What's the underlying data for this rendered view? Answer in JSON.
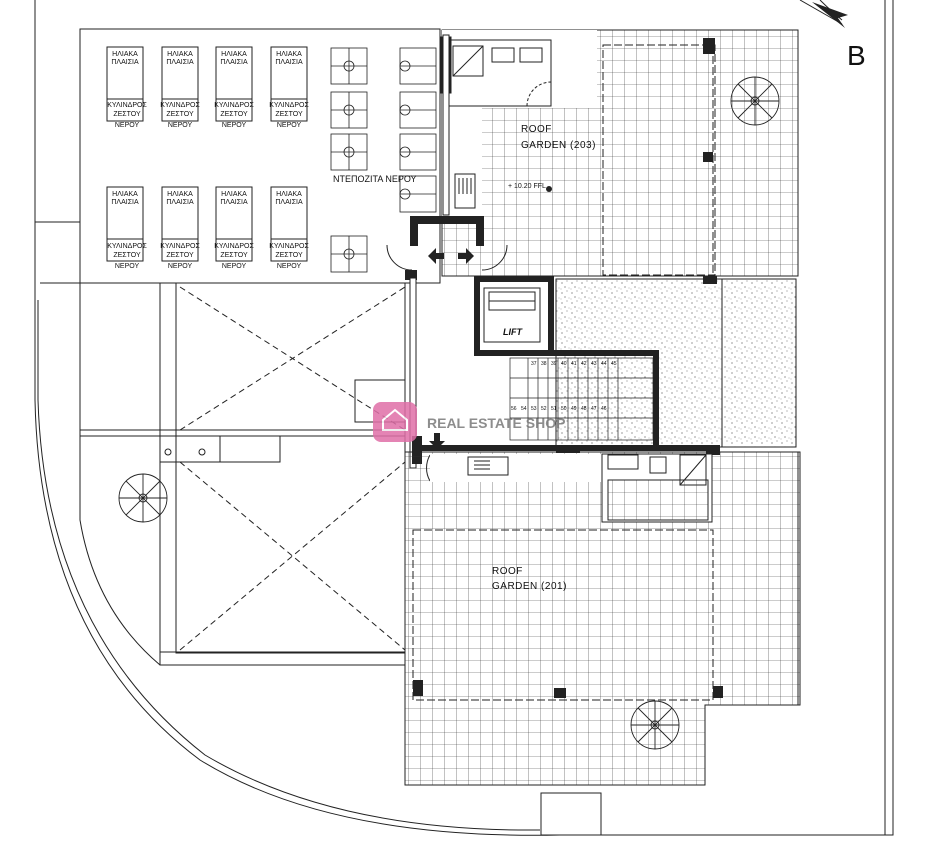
{
  "compass": {
    "label": "B"
  },
  "solar": {
    "panel_label_line1": "ΗΛΙΑΚΑ",
    "panel_label_line2": "ΠΛΑΙΣΙΑ",
    "cylinder_line1": "ΚΥΛΙΝΔΡΟΣ",
    "cylinder_line2": "ΖΕΣΤΟΥ",
    "cylinder_line3": "ΝΕΡΟΥ",
    "cylinder_label_variant": "ΚΥΛΙΝΔΡΟΣ"
  },
  "tanks": {
    "label": "ΝΤΕΠΟΖΙΤΑ ΝΕΡΟΥ"
  },
  "lift": {
    "label": "LIFT"
  },
  "roof_garden_203": {
    "line1": "ROOF",
    "line2": "GARDEN (203)",
    "level": "+ 10.20 FFL"
  },
  "roof_garden_201": {
    "line1": "ROOF",
    "line2": "GARDEN (201)"
  },
  "stairs": {
    "upper_numbers": [
      "37",
      "38",
      "39",
      "40",
      "41",
      "42",
      "43",
      "44",
      "45"
    ],
    "lower_numbers": [
      "56",
      "54",
      "53",
      "52",
      "51",
      "50",
      "49",
      "48",
      "47",
      "46"
    ]
  },
  "watermark": {
    "text": "REAL ESTATE SHOP"
  }
}
